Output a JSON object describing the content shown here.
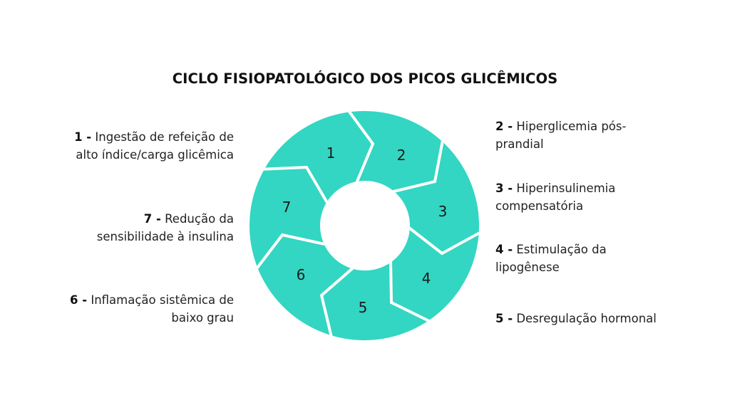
{
  "title": "CICLO FISIOPATOLÓGICO DOS PICOS GLICÊMICOS",
  "colors": {
    "ring": "#33D6C2",
    "separator": "#FFFFFF",
    "text": "#1B1B1B",
    "background": "#FFFFFF"
  },
  "cycle": {
    "segments": [
      {
        "number": "1",
        "label_number": "1 -",
        "line1": "Ingestão de refeição de",
        "line2": "alto índice/carga glicêmica"
      },
      {
        "number": "2",
        "label_number": "2 -",
        "line1": "Hiperglicemia pós-",
        "line2": "prandial"
      },
      {
        "number": "3",
        "label_number": "3 -",
        "line1": "Hiperinsulinemia",
        "line2": "compensatória"
      },
      {
        "number": "4",
        "label_number": "4 -",
        "line1": "Estimulação da",
        "line2": "lipogênese"
      },
      {
        "number": "5",
        "label_number": "5 -",
        "line1": "Desregulação hormonal",
        "line2": ""
      },
      {
        "number": "6",
        "label_number": "6 -",
        "line1": "Inflamação sistêmica de",
        "line2": "baixo grau"
      },
      {
        "number": "7",
        "label_number": "7 -",
        "line1": "Redução da",
        "line2": "sensibilidade à insulina"
      }
    ]
  }
}
